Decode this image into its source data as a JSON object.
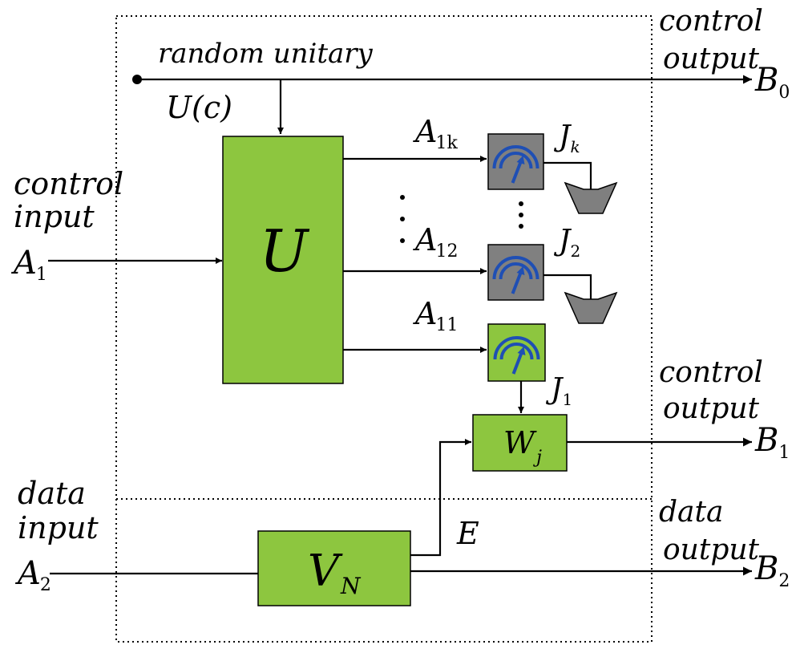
{
  "colors": {
    "box_green": "#8dc63f",
    "box_gray": "#808080",
    "meter_blue": "#1f4fb4",
    "bin_gray": "#7f7f7f"
  },
  "labels": {
    "random_unitary": "random unitary",
    "u_of_c": "U(c)",
    "control_input": [
      "control",
      "input"
    ],
    "data_input": [
      "data",
      "input"
    ],
    "control_output_top": [
      "control",
      "output"
    ],
    "control_output_mid": [
      "control",
      "output"
    ],
    "data_output": [
      "data",
      "output"
    ],
    "a1": {
      "main": "A",
      "sub": "1"
    },
    "a2": {
      "main": "A",
      "sub": "2"
    },
    "b0": {
      "main": "B",
      "sub": "0"
    },
    "b1": {
      "main": "B",
      "sub": "1"
    },
    "b2": {
      "main": "B",
      "sub": "2"
    },
    "a1k": {
      "main": "A",
      "sub": "1k"
    },
    "a12": {
      "main": "A",
      "sub": "12"
    },
    "a11": {
      "main": "A",
      "sub": "11"
    },
    "jk": {
      "main": "J",
      "sub": "k"
    },
    "j2": {
      "main": "J",
      "sub": "2"
    },
    "j1": {
      "main": "J",
      "sub": "1"
    },
    "e": "E"
  },
  "boxes": {
    "u": "U",
    "w": {
      "main": "W",
      "sub": "j"
    },
    "v": {
      "main": "V",
      "sub": "N"
    }
  },
  "icons": {
    "meter": "measurement-meter-icon",
    "bin": "discard-bin-icon",
    "dots": "vertical-ellipsis"
  }
}
